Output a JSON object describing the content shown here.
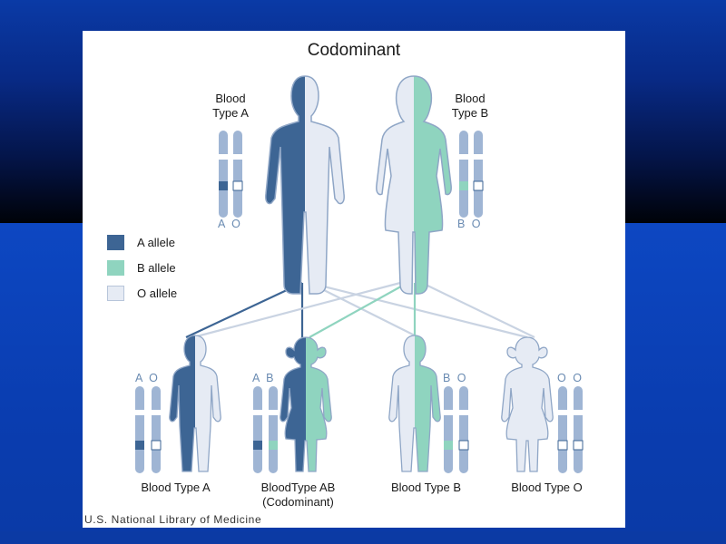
{
  "diagram": {
    "title": "Codominant",
    "parents": [
      {
        "type_label_line1": "Blood",
        "type_label_line2": "Type A",
        "alleles": "A O"
      },
      {
        "type_label_line1": "Blood",
        "type_label_line2": "Type B",
        "alleles": "B O"
      }
    ],
    "legend": [
      {
        "label": "A allele",
        "color": "#3d6594"
      },
      {
        "label": "B allele",
        "color": "#8fd4bf"
      },
      {
        "label": "O allele",
        "color": "#e6ebf4"
      }
    ],
    "children": [
      {
        "alleles": "A O",
        "label_line1": "Blood Type A",
        "label_line2": ""
      },
      {
        "alleles": "A B",
        "label_line1": "BloodType AB",
        "label_line2": "(Codominant)"
      },
      {
        "alleles": "B O",
        "label_line1": "Blood Type B",
        "label_line2": ""
      },
      {
        "alleles": "O O",
        "label_line1": "Blood Type O",
        "label_line2": ""
      }
    ],
    "credit": "U.S. National Library of Medicine"
  },
  "colors": {
    "a_allele": "#3d6594",
    "b_allele": "#8fd4bf",
    "o_allele": "#e6ebf4",
    "chromosome": "#9fb5d4",
    "outline": "#9fb5d4"
  }
}
